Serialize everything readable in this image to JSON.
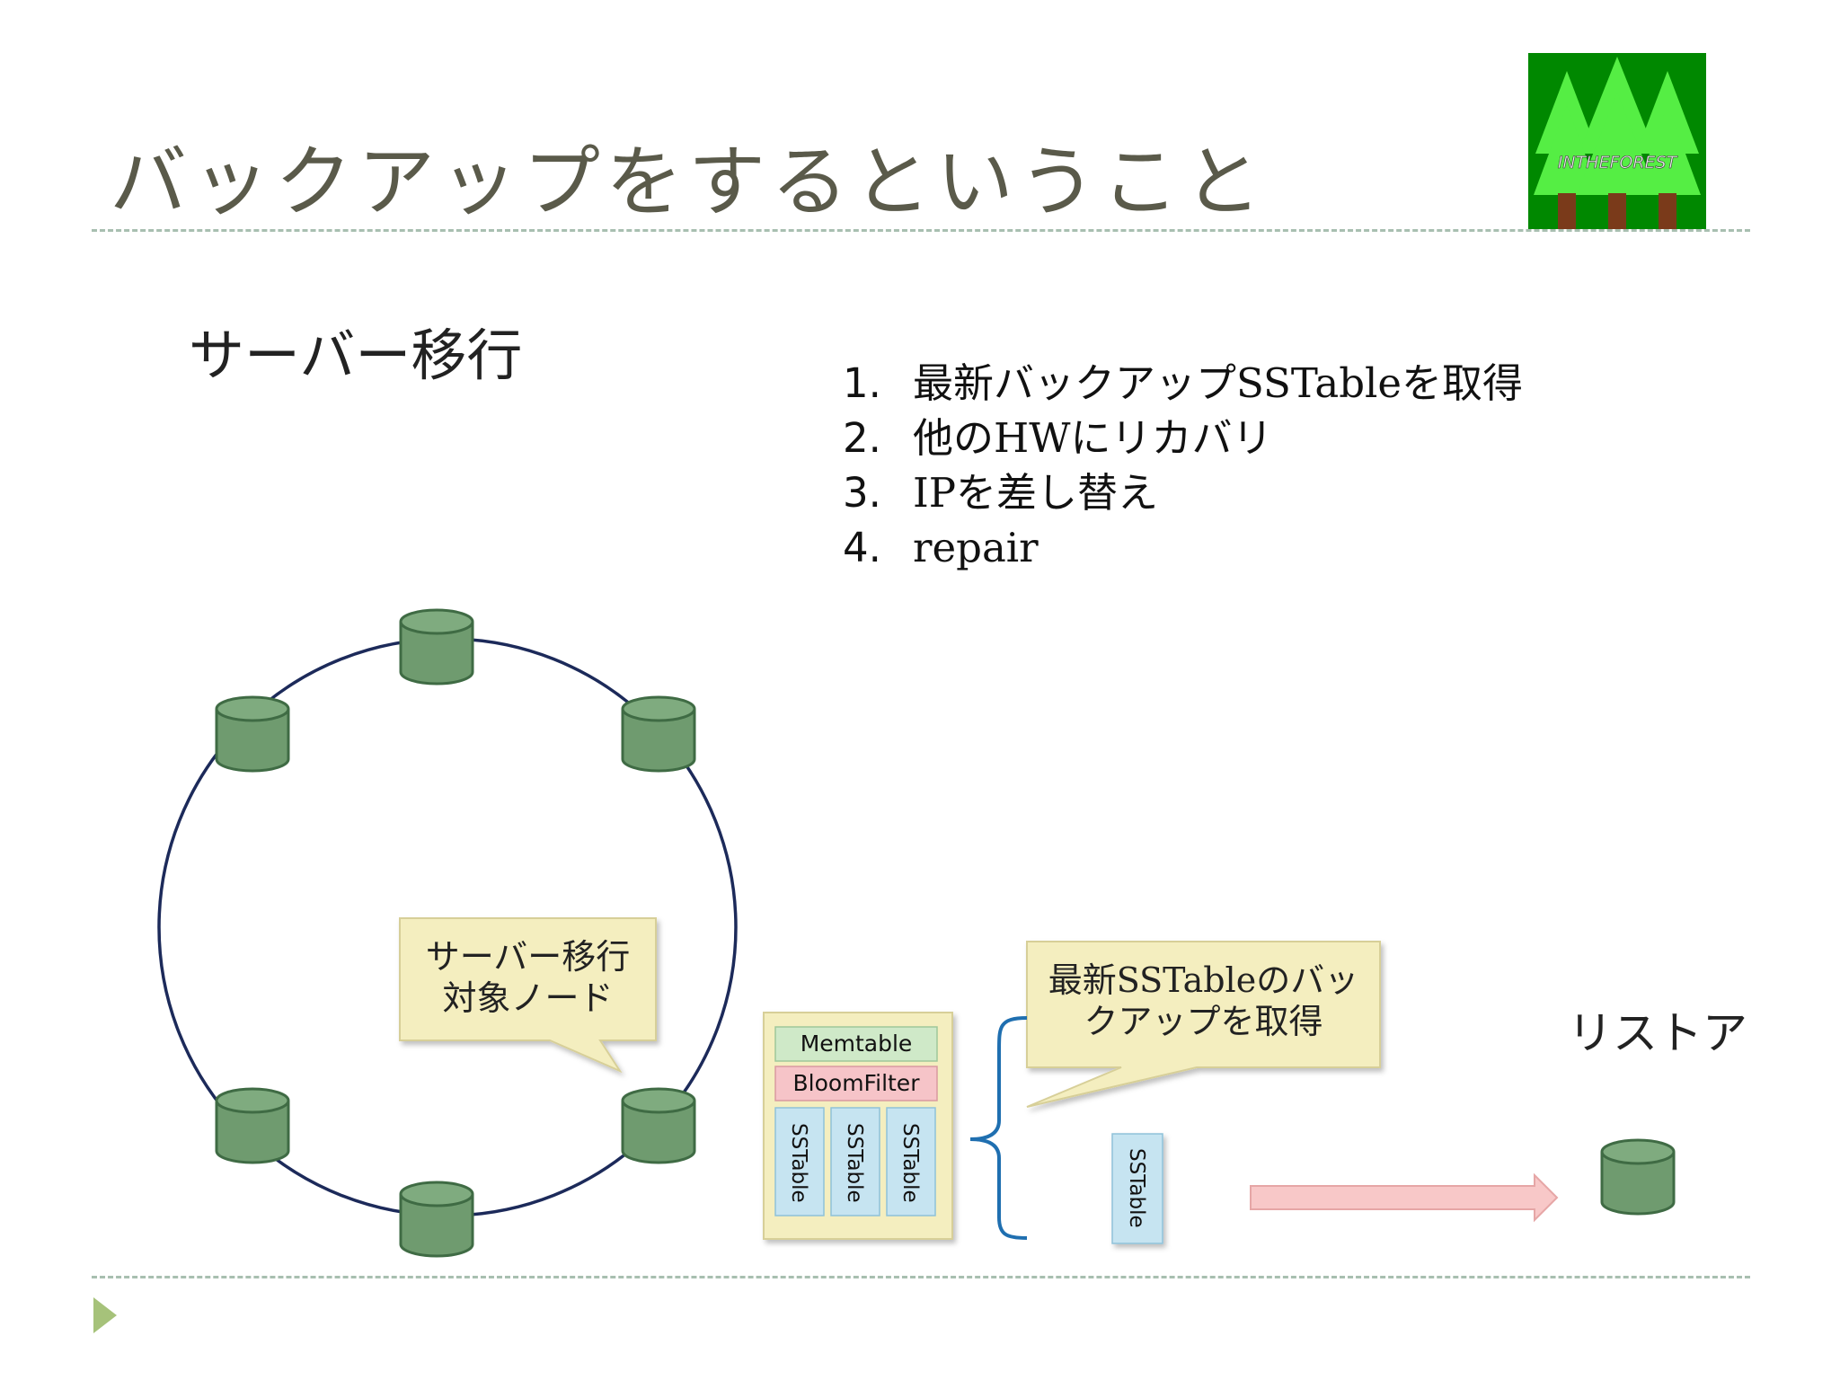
{
  "slide": {
    "title": "バックアップをするということ",
    "subtitle": "サーバー移行",
    "steps": [
      {
        "num": "1.",
        "text": "最新バックアップSSTableを取得"
      },
      {
        "num": "2.",
        "text": "他のHWにリカバリ"
      },
      {
        "num": "3.",
        "text": "IPを差し替え"
      },
      {
        "num": "4.",
        "text": "repair"
      }
    ],
    "logo_text": "INTHEFOREST"
  },
  "diagram": {
    "callout_node": {
      "line1": "サーバー移行",
      "line2": "対象ノード"
    },
    "callout_backup": {
      "line1": "最新SSTableのバッ",
      "line2": "クアップを取得"
    },
    "memtable_label": "Memtable",
    "bloomfilter_label": "BloomFilter",
    "sstable_label": "SSTable",
    "restore_label": "リストア"
  },
  "colors": {
    "node_fill": "#6f9b6f",
    "node_stroke": "#3f6b44",
    "ring": "#1c2a5a",
    "callout_fill": "#f4eebf",
    "memtable_fill": "#cfe9c8",
    "bloomfilter_fill": "#f6c4c8",
    "sstable_fill": "#c6e4f1",
    "arrow_fill": "#f8c8c8",
    "brace": "#1f6fb0"
  }
}
